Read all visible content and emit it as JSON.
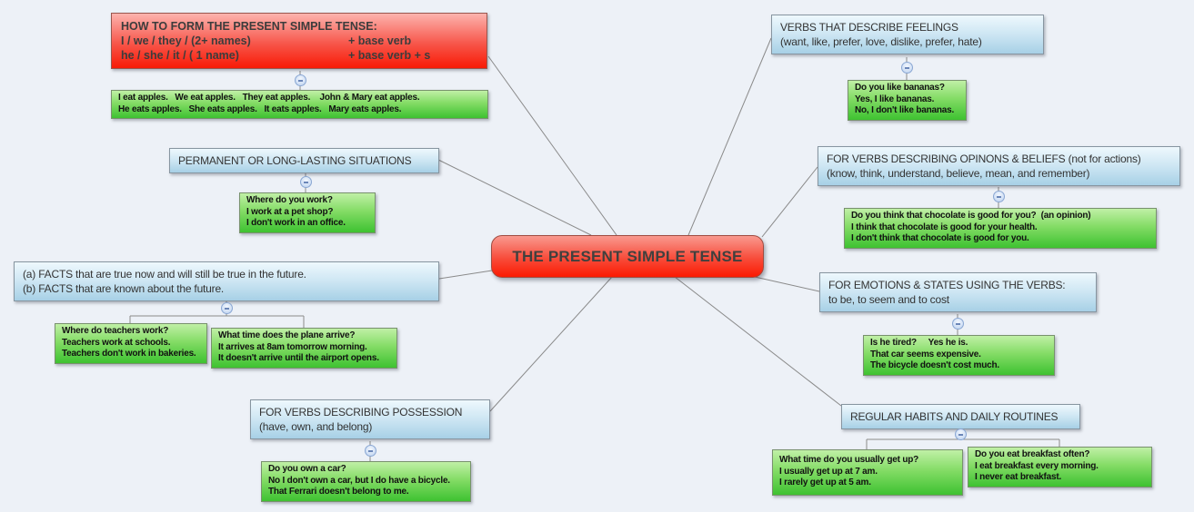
{
  "colors": {
    "background": "#edf1f7",
    "red_top": "#fcb3ad",
    "red_bottom": "#f81a06",
    "blue_top": "#eef8fd",
    "blue_bottom": "#a7d0e6",
    "green_top": "#c0f0a6",
    "green_bottom": "#3ec231",
    "connector": "#8a8a8a"
  },
  "center": {
    "label": "THE PRESENT SIMPLE TENSE"
  },
  "form_rule": {
    "title": "HOW TO FORM THE PRESENT SIMPLE TENSE:",
    "row1_left": "I / we / they / (2+ names)",
    "row1_right": "+ base verb",
    "row2_left": "he / she / it / ( 1 name)",
    "row2_right": "+ base verb + s",
    "examples": [
      "I eat apples.   We eat apples.   They eat apples.    John & Mary eat apples.",
      "He eats apples.   She eats apples.   It eats apples.   Mary eats apples."
    ]
  },
  "topics": {
    "permanent": {
      "title": "PERMANENT OR LONG-LASTING SITUATIONS",
      "examples": [
        "Where do you work?",
        "I work at a pet shop?",
        "I don't work in an office."
      ]
    },
    "facts": {
      "line1": "(a) FACTS that are true now and will still be true in the future.",
      "line2": "(b) FACTS that are known about the future.",
      "examples_a": [
        "Where do teachers work?",
        "Teachers work at schools.",
        "Teachers don't work in bakeries."
      ],
      "examples_b": [
        "What time does the plane arrive?",
        "It arrives at 8am tomorrow morning.",
        "It doesn't arrive until the airport opens."
      ]
    },
    "possession": {
      "title": "FOR VERBS DESCRIBING POSSESSION",
      "subtitle": "(have, own, and belong)",
      "examples": [
        "Do you own a car?",
        "No I don't own a car, but I do have a bicycle.",
        "That Ferrari doesn't belong to me."
      ]
    },
    "feelings": {
      "title": "VERBS THAT DESCRIBE FEELINGS",
      "subtitle": "(want, like, prefer, love, dislike, prefer, hate)",
      "examples": [
        "Do you like bananas?",
        "Yes, I like bananas.",
        "No, I don't like bananas."
      ]
    },
    "opinions": {
      "title": "FOR VERBS DESCRIBING OPINONS & BELIEFS (not for actions)",
      "subtitle": "(know, think, understand, believe, mean, and remember)",
      "examples": [
        "Do you think that chocolate is good for you?  (an opinion)",
        "I think that chocolate is good for your health.",
        "I don't think that chocolate is good for you."
      ]
    },
    "emotions": {
      "title": "FOR EMOTIONS & STATES USING THE VERBS:",
      "subtitle": "to be, to seem and to cost",
      "examples": [
        "Is he tired?     Yes he is.",
        "That car seems expensive.",
        "The bicycle doesn't cost much."
      ]
    },
    "habits": {
      "title": "REGULAR HABITS AND DAILY ROUTINES",
      "examples_a": [
        "What time do you usually get up?",
        "I usually get up at 7 am.",
        "I rarely get up at 5 am."
      ],
      "examples_b": [
        "Do you eat breakfast often?",
        "I eat breakfast every morning.",
        "I never eat breakfast."
      ]
    }
  }
}
